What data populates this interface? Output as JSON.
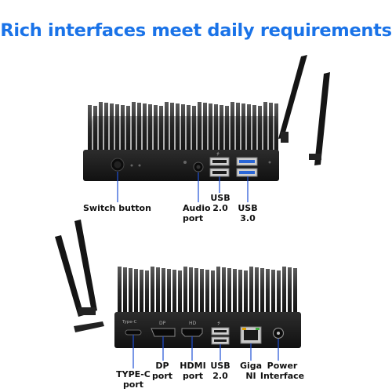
{
  "headline": "Rich interfaces meet daily requirements",
  "top_view": {
    "callouts": {
      "switch_button": "Switch button",
      "audio_port": [
        "Audio",
        "port"
      ],
      "usb20": [
        "USB",
        "2.0"
      ],
      "usb30": [
        "USB",
        "3.0"
      ]
    }
  },
  "bottom_view": {
    "panel_text": {
      "type_c": "Type-C",
      "dp": "DP",
      "hdmi": "HD"
    },
    "callouts": {
      "type_c_port": [
        "TYPE-C",
        "port"
      ],
      "dp_port": [
        "DP",
        "port"
      ],
      "hdmi_port": [
        "HDMI",
        "port"
      ],
      "usb20": [
        "USB",
        "2.0"
      ],
      "giga_ni": [
        "Giga",
        "NI"
      ],
      "power_interface": [
        "Power",
        "Interface"
      ]
    }
  },
  "colors": {
    "headline": "#1a73e8",
    "callout_line": "#1f4fd6",
    "case": "#1b1b1b",
    "usb30_port": "#2a66d6"
  },
  "icons": [
    "power-button-icon",
    "audio-jack-icon",
    "usb-icon",
    "ethernet-icon",
    "dc-power-icon",
    "antenna-icon"
  ]
}
